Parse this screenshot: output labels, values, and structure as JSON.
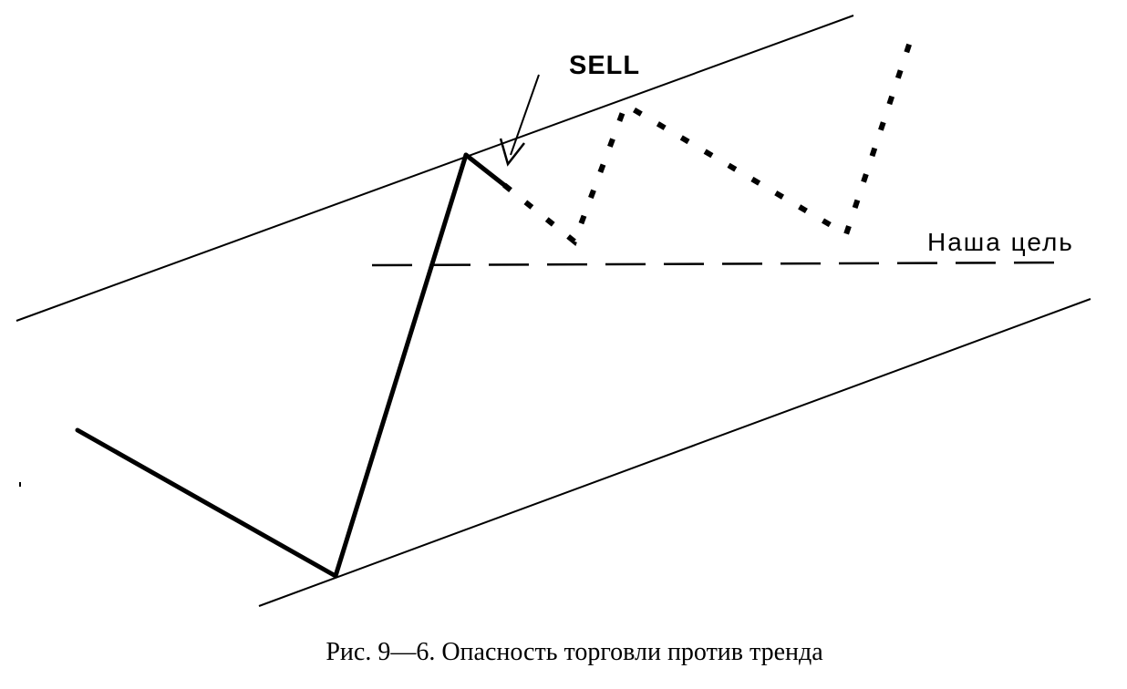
{
  "diagram": {
    "labels": {
      "sell": "SELL",
      "target": "Наша цель"
    },
    "caption": "Рис. 9—6.  Опасность торговли против тренда"
  },
  "colors": {
    "ink": "#000000",
    "background": "#ffffff"
  }
}
